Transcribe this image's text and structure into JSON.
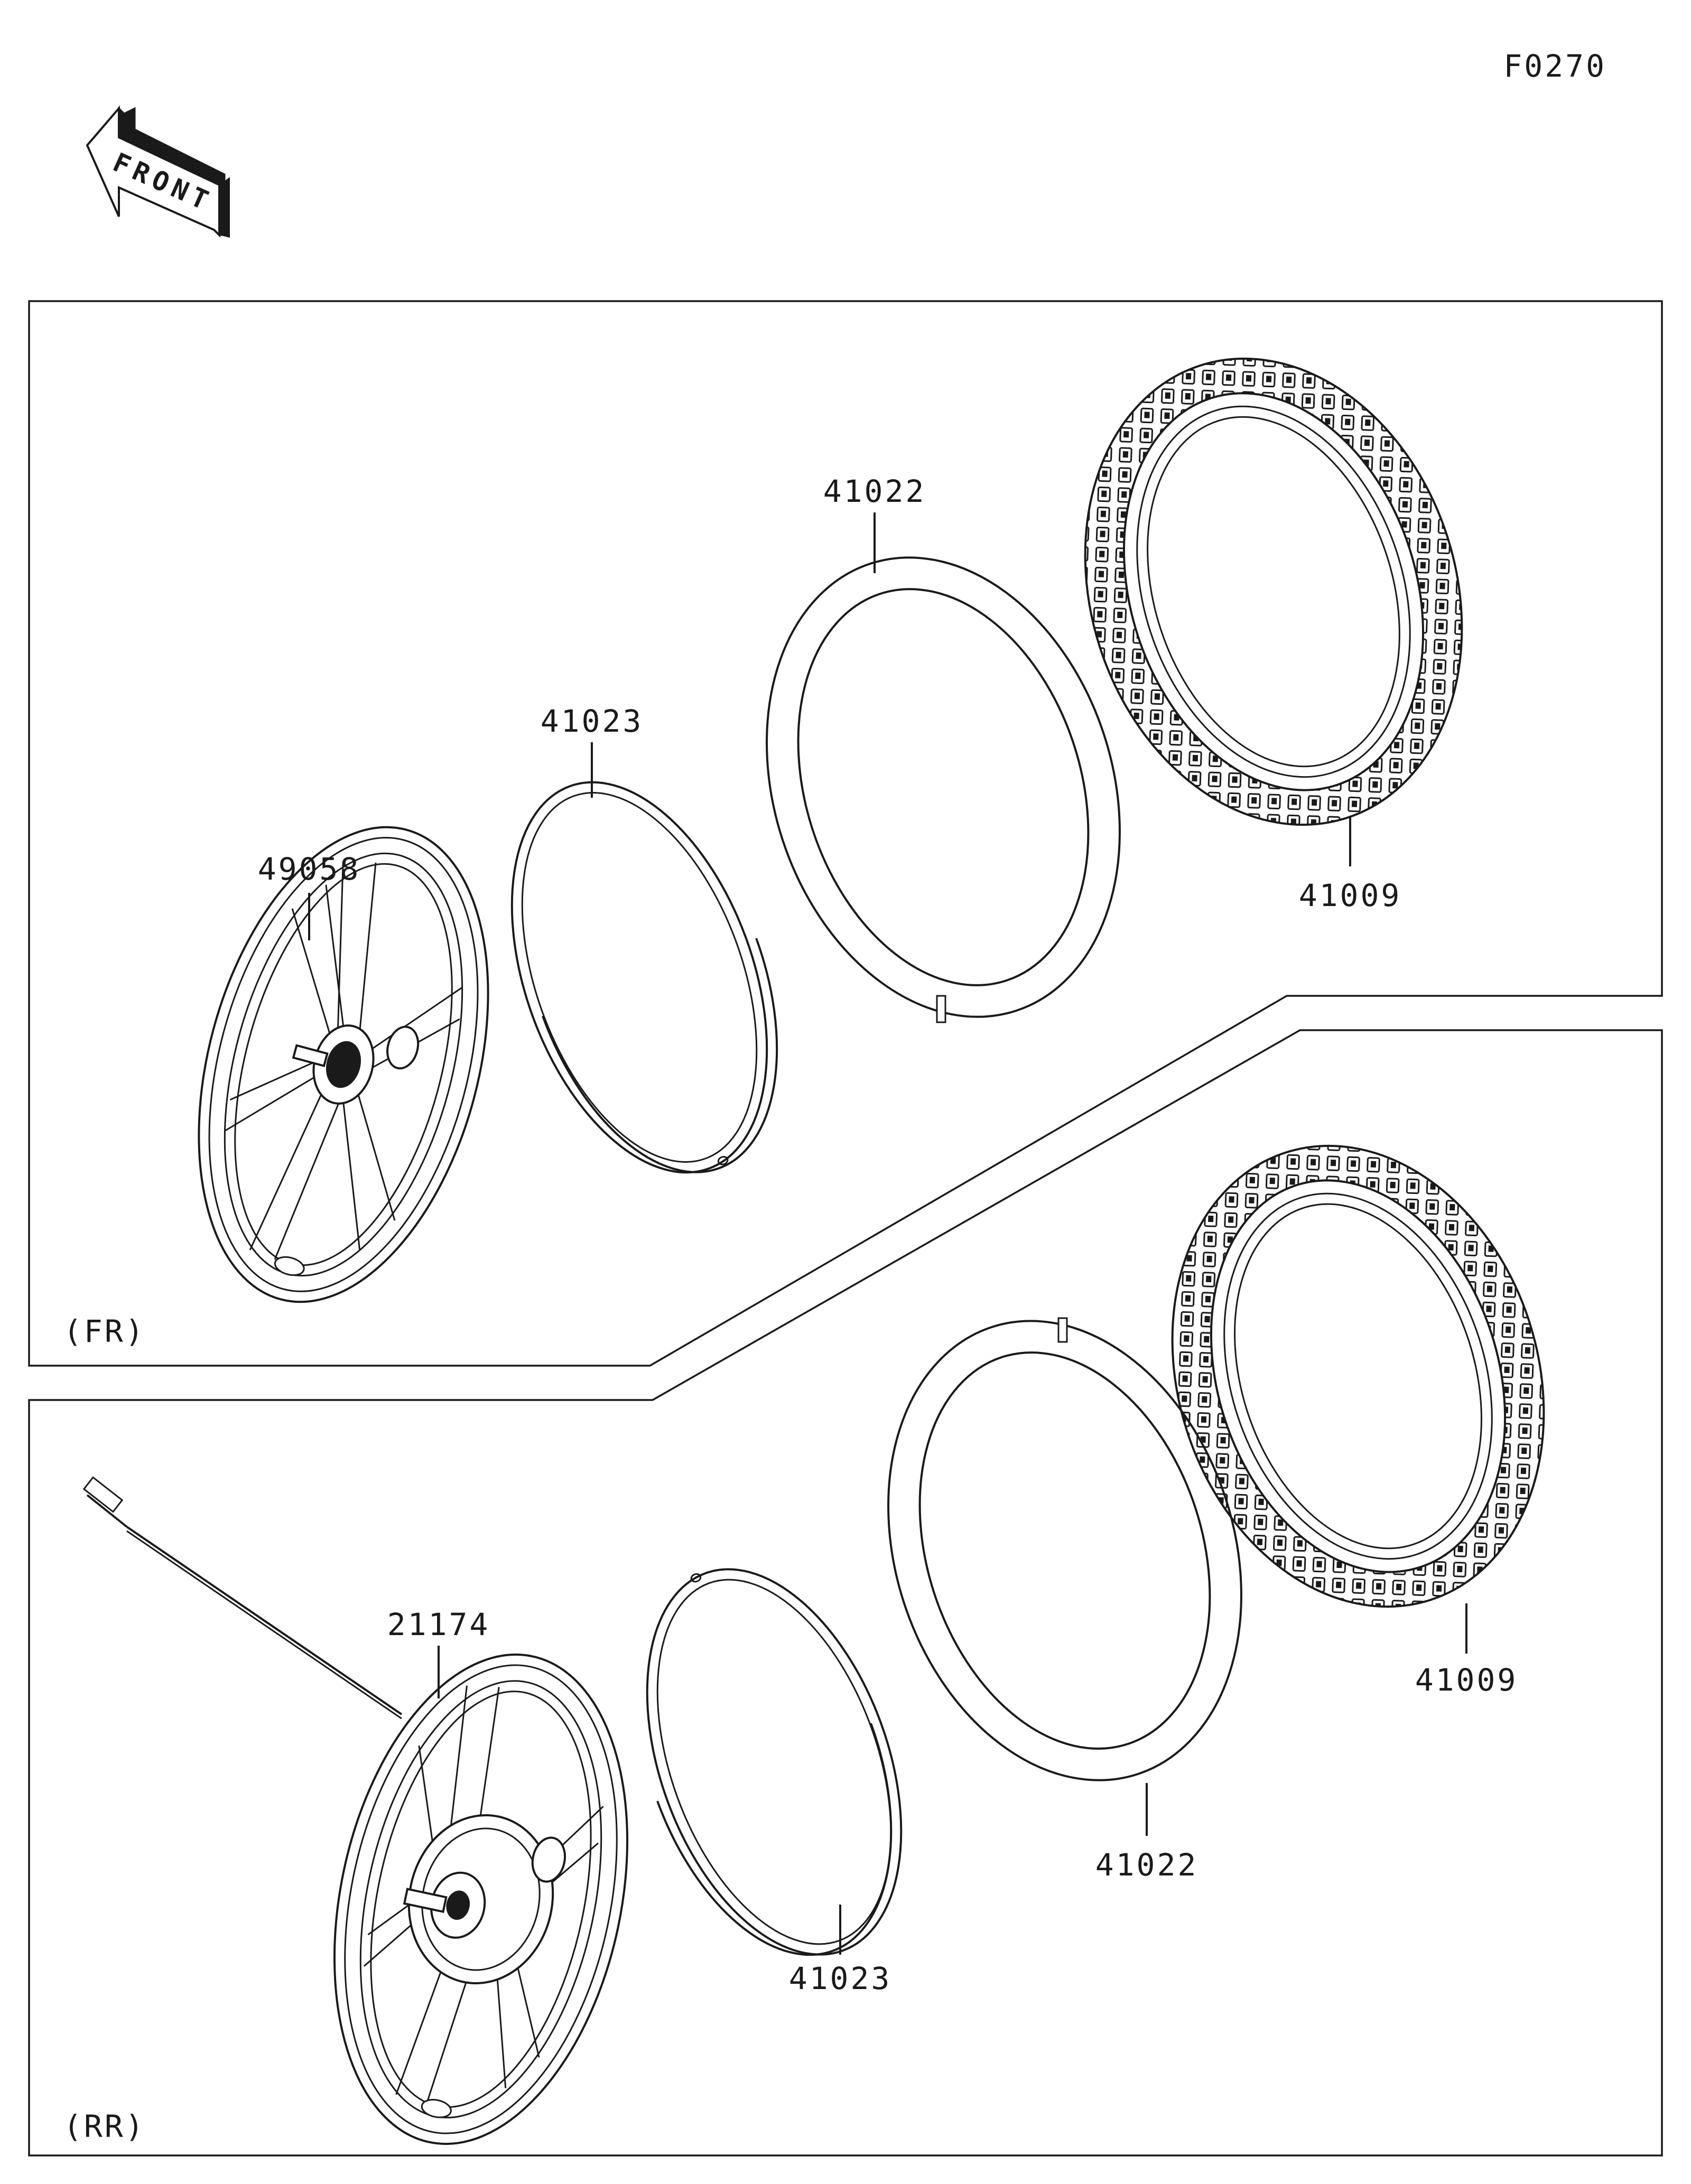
{
  "figure_code": "F0270",
  "front_arrow_text": "FRONT",
  "sections": {
    "front": {
      "label": "(FR)",
      "parts": {
        "wheel": "49058",
        "rim_band": "41023",
        "tube": "41022",
        "tire": "41009"
      }
    },
    "rear": {
      "label": "(RR)",
      "parts": {
        "wheel": "21174",
        "rim_band": "41023",
        "tube": "41022",
        "tire": "41009"
      }
    }
  },
  "icons": [
    "front-arrow-icon"
  ],
  "colors": {
    "ink": "#1a1a1a",
    "paper": "#ffffff"
  }
}
